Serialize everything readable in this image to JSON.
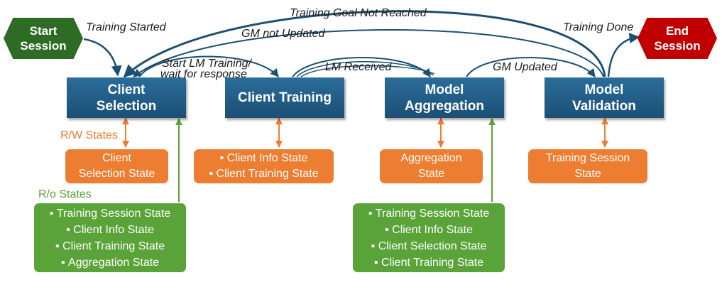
{
  "terminals": {
    "start": "Start\nSession",
    "end": "End\nSession"
  },
  "processes": {
    "client_selection": "Client\nSelection",
    "client_training": "Client Training",
    "model_aggregation": "Model\nAggregation",
    "model_validation": "Model\nValidation"
  },
  "edge_labels": {
    "training_started": "Training Started",
    "training_goal_not_reached": "Training Goal Not Reached",
    "gm_not_updated": "GM not Updated",
    "start_lm_training_1": "Start LM Training/",
    "start_lm_training_2": "wait for response",
    "lm_received": "LM Received",
    "gm_updated": "GM Updated",
    "training_done": "Training Done"
  },
  "legend": {
    "rw_states": "R/W States",
    "ro_states": "R/o States"
  },
  "rw_boxes": {
    "client_selection_state": "Client\nSelection State",
    "client_training_items": [
      "Client Info State",
      "Client Training State"
    ],
    "aggregation_state": "Aggregation\nState",
    "training_session_state": "Training Session\nState"
  },
  "ro_boxes": {
    "selection_items": [
      "Training Session State",
      "Client Info State",
      "Client Training State",
      "Aggregation State"
    ],
    "aggregation_items": [
      "Training Session State",
      "Client Info State",
      "Client Selection State",
      "Client Training State"
    ]
  },
  "colors": {
    "process_blue": "#1f5a84",
    "arrow_blue": "#1d5070",
    "rw_orange": "#ed7d31",
    "ro_green": "#5aa338",
    "start_green": "#2e6b25",
    "end_red": "#c00000"
  }
}
